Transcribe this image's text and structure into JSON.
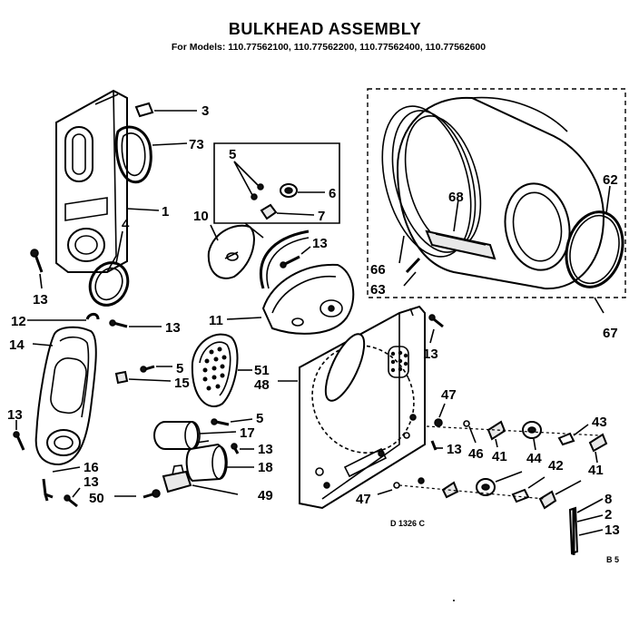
{
  "title": "BULKHEAD ASSEMBLY",
  "models_line": "For Models: 110.77562100, 110.77562200, 110.77562400, 110.77562600",
  "diagram_code": "D 1326 C",
  "corner_mark": "B 5",
  "part_labels": {
    "p3": "3",
    "p73": "73",
    "p1": "1",
    "p4": "4",
    "p13a": "13",
    "p5a": "5",
    "p6": "6",
    "p7": "7",
    "p10": "10",
    "p13b": "13",
    "p66": "66",
    "p63": "63",
    "p68": "68",
    "p62": "62",
    "p67": "67",
    "p12": "12",
    "p13c": "13",
    "p11": "11",
    "p14": "14",
    "p51": "51",
    "p48": "48",
    "p13d": "13",
    "p5b": "5",
    "p15": "15",
    "p13e": "13",
    "p5c": "5",
    "p17": "17",
    "p13f": "13",
    "p16": "16",
    "p13g": "13",
    "p18": "18",
    "p50": "50",
    "p49": "49",
    "p47a": "47",
    "p13h": "13",
    "p46": "46",
    "p41a": "41",
    "p44": "44",
    "p43": "43",
    "p41b": "41",
    "p42": "42",
    "p47b": "47",
    "p8": "8",
    "p2": "2",
    "p13i": "13"
  }
}
